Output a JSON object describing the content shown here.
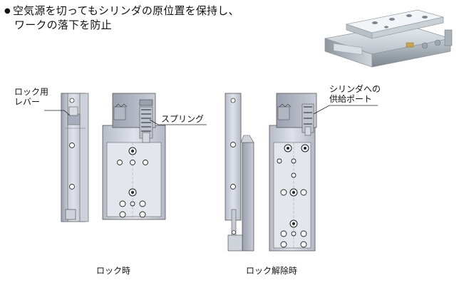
{
  "intro": {
    "bullet": "●",
    "line1": "空気源を切ってもシリンダの原位置を保持し、",
    "line2": "ワークの落下を防止"
  },
  "labels": {
    "lock_lever": [
      "ロック用",
      "レバー"
    ],
    "spring": "スプリング",
    "supply_port": [
      "シリンダへの",
      "供給ポート"
    ]
  },
  "captions": {
    "locked": "ロック時",
    "unlocked": "ロック解除時"
  }
}
